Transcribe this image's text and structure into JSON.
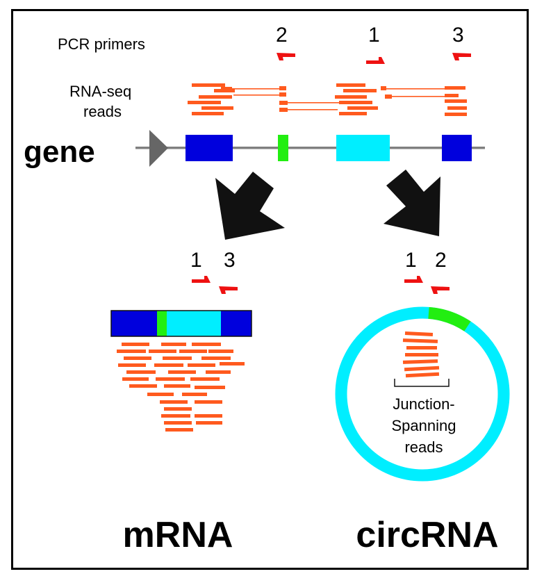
{
  "labels": {
    "pcr_primers": "PCR primers",
    "rnaseq_line1": "RNA-seq",
    "rnaseq_line2": "reads",
    "gene": "gene",
    "mrna": "mRNA",
    "circrna": "circRNA",
    "junction_line1": "Junction-",
    "junction_line2": "Spanning",
    "junction_line3": "reads"
  },
  "primers": {
    "gene": [
      "2",
      "1",
      "3"
    ],
    "mrna": [
      "1",
      "3"
    ],
    "circ": [
      "1",
      "2"
    ]
  },
  "colors": {
    "exon_blue": "#0000dd",
    "exon_green": "#22ee11",
    "exon_cyan": "#00eeff",
    "read_orange": "#ff5a1e",
    "primer_red": "#ee1111",
    "intron_gray": "#808080",
    "promoter_gray": "#666666",
    "arrow_black": "#111111"
  }
}
